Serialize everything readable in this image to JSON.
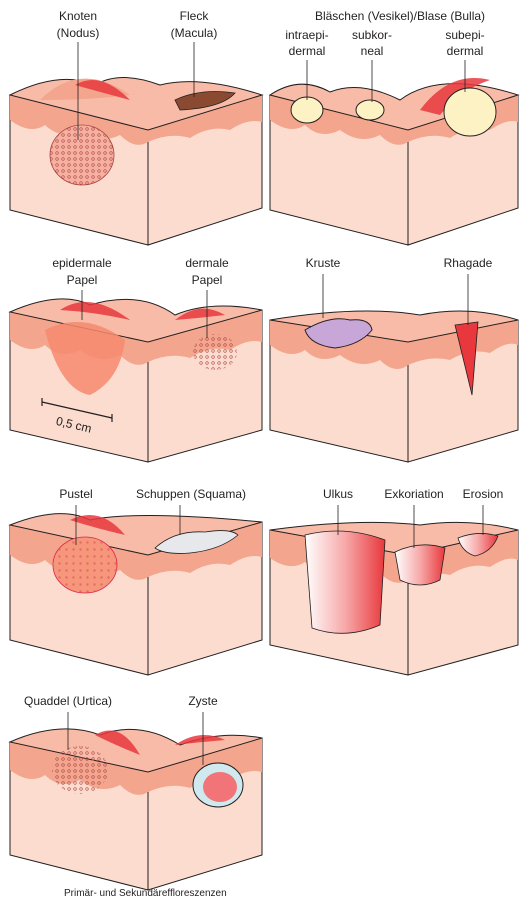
{
  "labels": {
    "knoten": [
      "Knoten",
      "(Nodus)"
    ],
    "fleck": [
      "Fleck",
      "(Macula)"
    ],
    "blaschen": "Bläschen (Vesikel)/Blase (Bulla)",
    "intraepidermal": [
      "intraepi-",
      "dermal"
    ],
    "subkorneal": [
      "subkor-",
      "neal"
    ],
    "subepidermal": [
      "subepi-",
      "dermal"
    ],
    "epidermale_papel": [
      "epidermale",
      "Papel"
    ],
    "dermale_papel": [
      "dermale",
      "Papel"
    ],
    "scale_bar": "0,5 cm",
    "kruste": "Kruste",
    "rhagade": "Rhagade",
    "pustel": "Pustel",
    "schuppen": "Schuppen (Squama)",
    "ulkus": "Ulkus",
    "exkoriation": "Exkoriation",
    "erosion": "Erosion",
    "quaddel": "Quaddel (Urtica)",
    "zyste": "Zyste",
    "caption": "Primär- und Sekundäreffloreszenzen"
  },
  "colors": {
    "dermis": "#f9cfc0",
    "epidermis": "#f3a58d",
    "surface": "#f8bba8",
    "side": "#fbdccf",
    "red_accent": "#e8383d",
    "fleck_brown": "#8a4a32",
    "vesicle": "#fdf2c4",
    "kruste_lilac": "#c9a6d8",
    "outline": "#231f20"
  }
}
